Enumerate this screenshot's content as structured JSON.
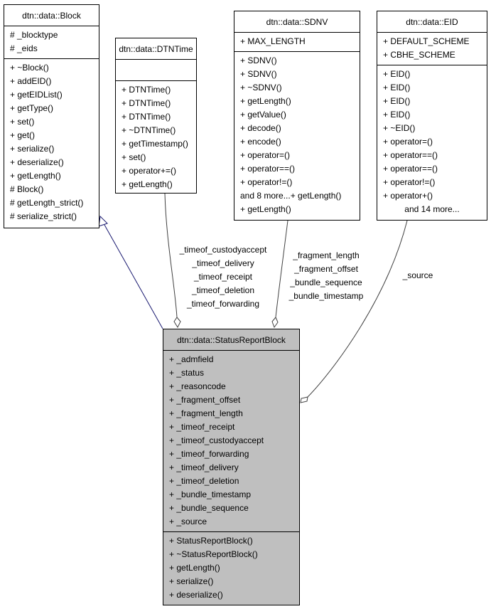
{
  "classes": {
    "block": {
      "title": "dtn::data::Block",
      "attributes": [
        "# _blocktype",
        "# _eids"
      ],
      "methods": [
        "+ ~Block()",
        "+ addEID()",
        "+ getEIDList()",
        "+ getType()",
        "+ set()",
        "+ get()",
        "+ serialize()",
        "+ deserialize()",
        "+ getLength()",
        "# Block()",
        "# getLength_strict()",
        "# serialize_strict()"
      ]
    },
    "dtntime": {
      "title": "dtn::data::DTNTime",
      "attributes": [],
      "methods": [
        "+ DTNTime()",
        "+ DTNTime()",
        "+ DTNTime()",
        "+ ~DTNTime()",
        "+ getTimestamp()",
        "+ set()",
        "+ operator+=()",
        "+ getLength()"
      ]
    },
    "sdnv": {
      "title": "dtn::data::SDNV",
      "attributes": [
        "+ MAX_LENGTH"
      ],
      "methods": [
        "+ SDNV()",
        "+ SDNV()",
        "+ ~SDNV()",
        "+ getLength()",
        "+ getValue()",
        "+ decode()",
        "+ encode()",
        "+ operator=()",
        "+ operator==()",
        "+ operator!=()",
        "and 8 more...+ getLength()",
        "+ getLength()"
      ]
    },
    "eid": {
      "title": "dtn::data::EID",
      "attributes": [
        "+ DEFAULT_SCHEME",
        "+ CBHE_SCHEME"
      ],
      "methods": [
        "+ EID()",
        "+ EID()",
        "+ EID()",
        "+ EID()",
        "+ ~EID()",
        "+ operator=()",
        "+ operator==()",
        "+ operator==()",
        "+ operator!=()",
        "+ operator+()"
      ],
      "more": "and 14 more..."
    },
    "statusreport": {
      "title": "dtn::data::StatusReportBlock",
      "attributes": [
        "+ _admfield",
        "+ _status",
        "+ _reasoncode",
        "+ _fragment_offset",
        "+ _fragment_length",
        "+ _timeof_receipt",
        "+ _timeof_custodyaccept",
        "+ _timeof_forwarding",
        "+ _timeof_delivery",
        "+ _timeof_deletion",
        "+ _bundle_timestamp",
        "+ _bundle_sequence",
        "+ _source"
      ],
      "methods": [
        "+ StatusReportBlock()",
        "+ ~StatusReportBlock()",
        "+ getLength()",
        "+ serialize()",
        "+ deserialize()"
      ]
    }
  },
  "edges": {
    "dtntime_labels": [
      "_timeof_custodyaccept",
      "_timeof_delivery",
      "_timeof_receipt",
      "_timeof_deletion",
      "_timeof_forwarding"
    ],
    "sdnv_labels": [
      "_fragment_length",
      "_fragment_offset",
      "_bundle_sequence",
      "_bundle_timestamp"
    ],
    "eid_labels": [
      "_source"
    ]
  },
  "colors": {
    "inheritance": "#191970",
    "composition": "#404040",
    "highlight_fill": "#bfbfbf"
  }
}
